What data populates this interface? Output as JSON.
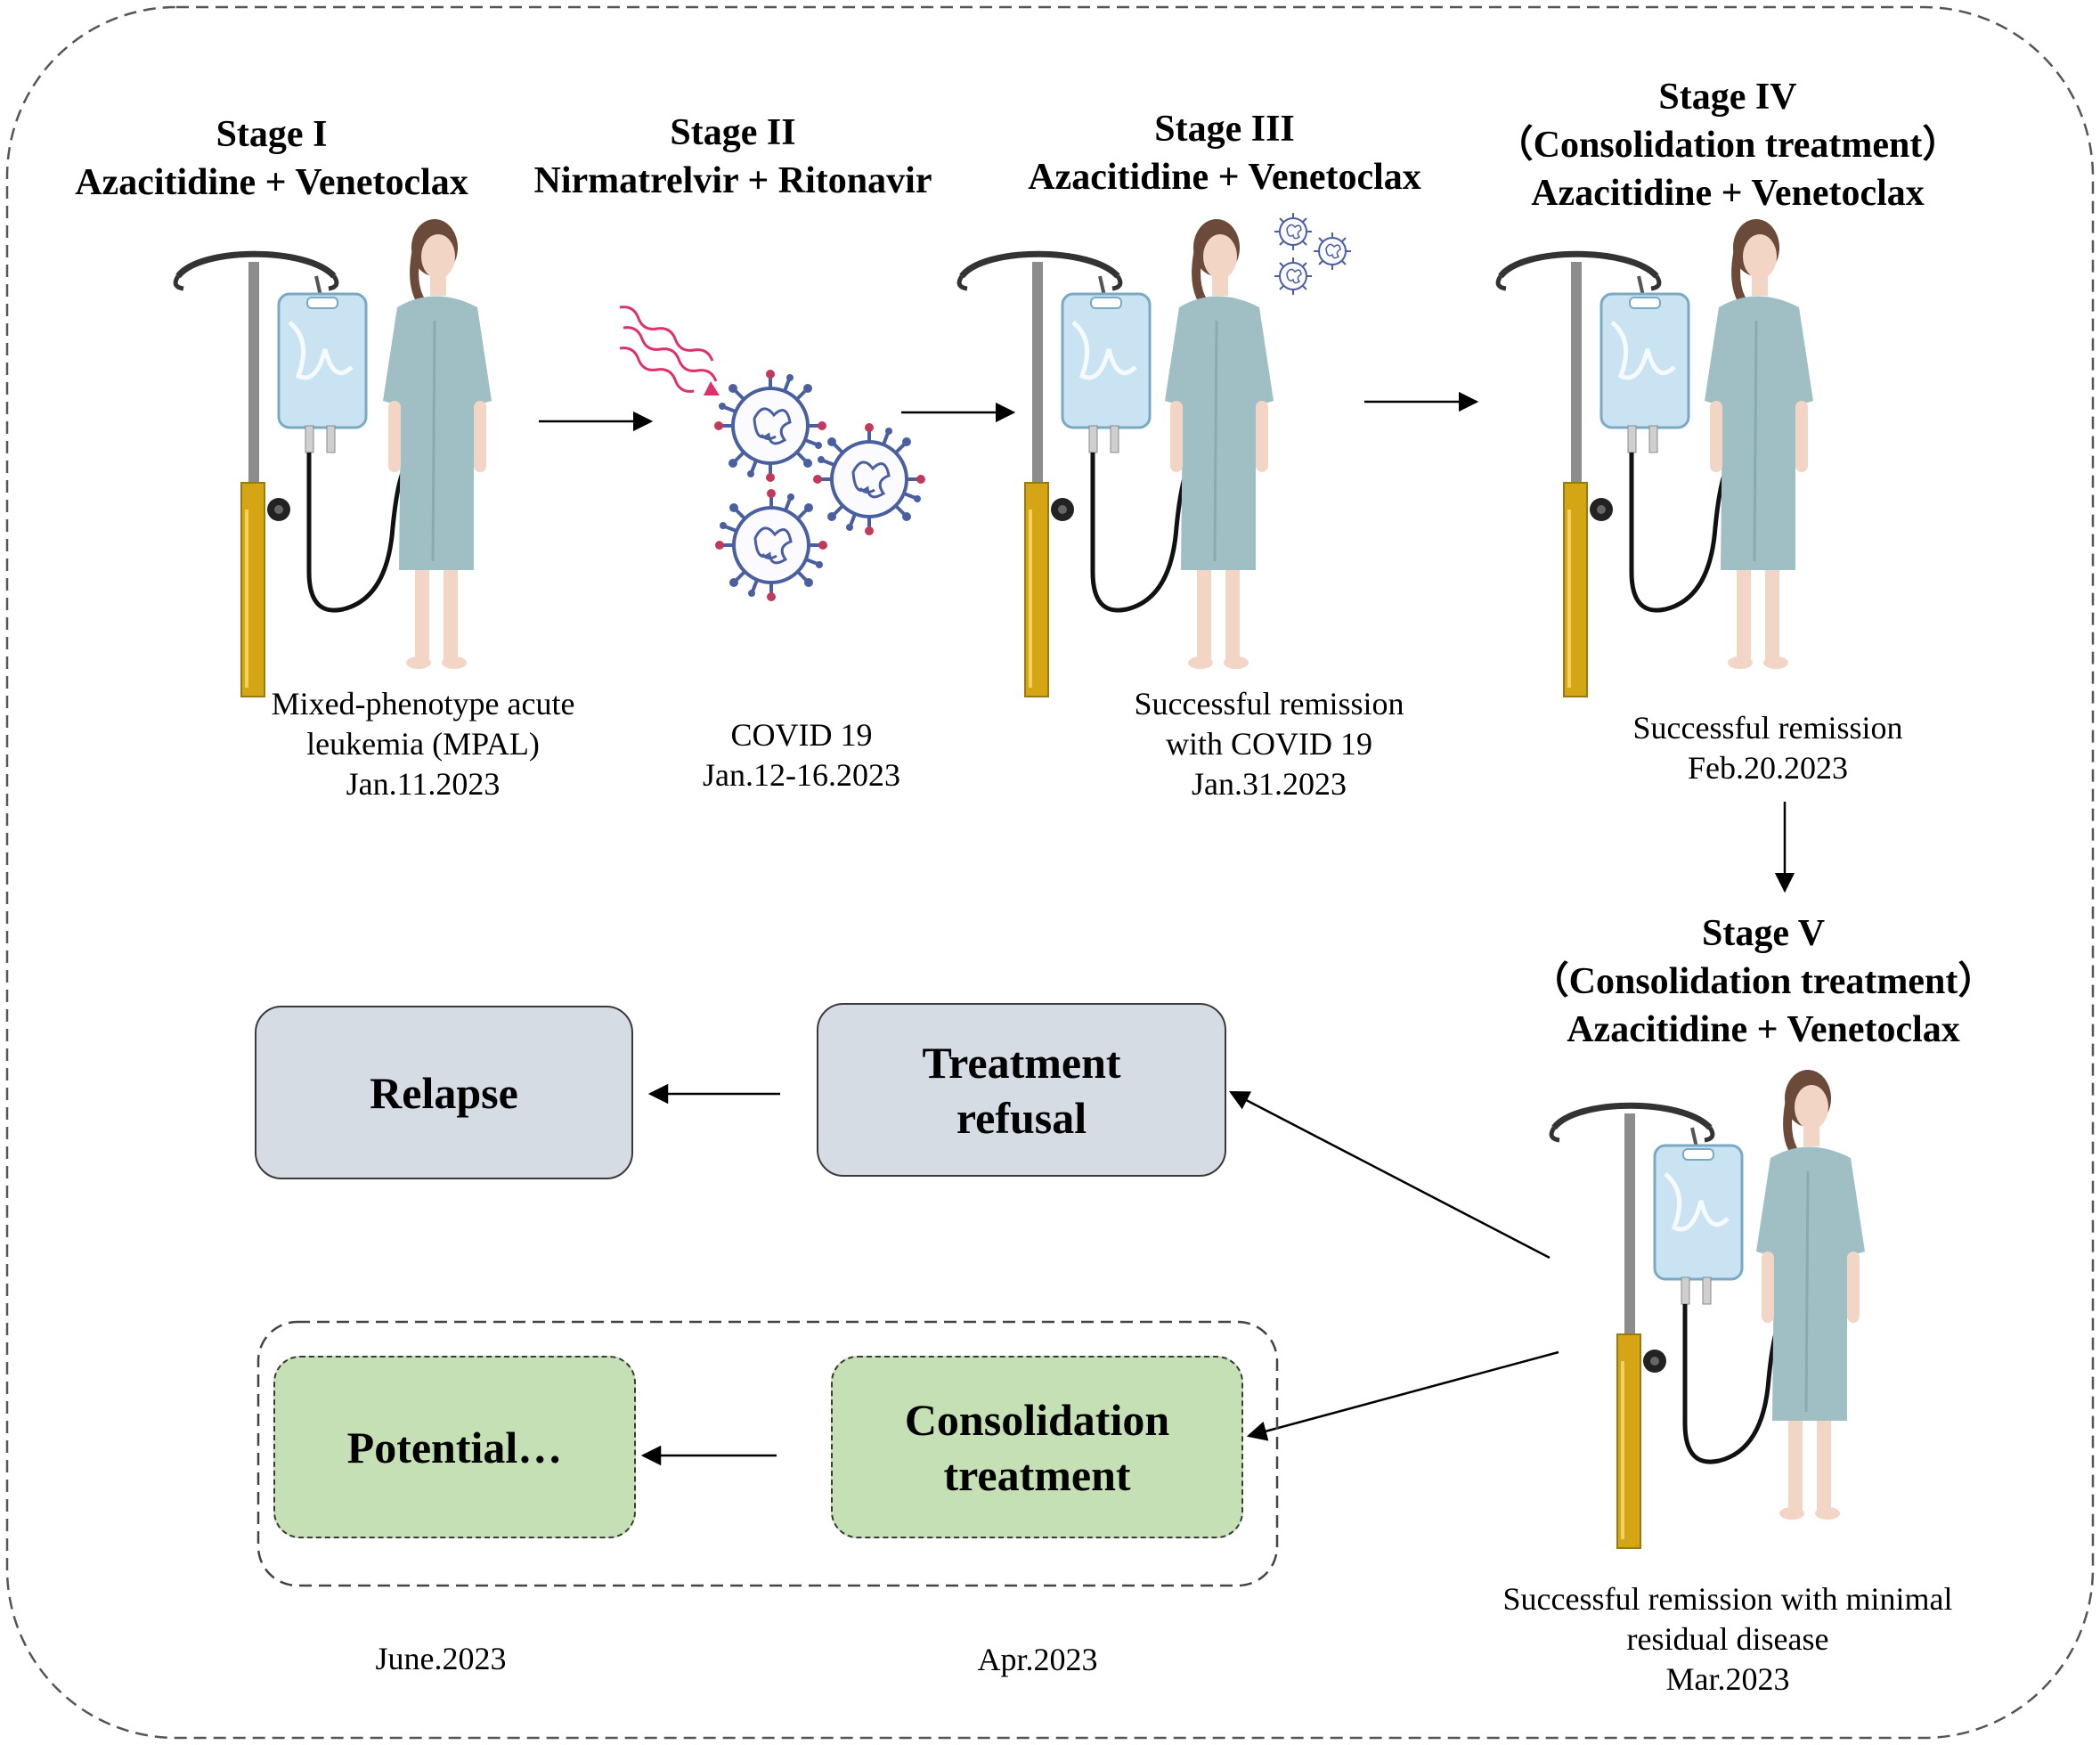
{
  "stages": [
    {
      "id": "stage-1",
      "name": "Stage I",
      "phase": "",
      "drug": "Azacitidine + Venetoclax",
      "caption": [
        "Mixed-phenotype  acute",
        "leukemia (MPAL)",
        "Jan.11.2023"
      ]
    },
    {
      "id": "stage-2",
      "name": "Stage II",
      "phase": "",
      "drug": "Nirmatrelvir + Ritonavir",
      "caption": [
        "COVID 19",
        "Jan.12-16.2023"
      ]
    },
    {
      "id": "stage-3",
      "name": "Stage III",
      "phase": "",
      "drug": "Azacitidine + Venetoclax",
      "caption": [
        "Successful remission",
        "with COVID 19",
        "Jan.31.2023"
      ]
    },
    {
      "id": "stage-4",
      "name": "Stage IV",
      "phase": "（Consolidation treatment）",
      "drug": "Azacitidine + Venetoclax",
      "caption": [
        "Successful remission",
        "Feb.20.2023"
      ]
    },
    {
      "id": "stage-5",
      "name": "Stage V",
      "phase": "（Consolidation treatment）",
      "drug": "Azacitidine + Venetoclax",
      "caption": [
        "Successful remission with minimal",
        "residual disease",
        "Mar.2023"
      ]
    }
  ],
  "outcomes": {
    "treatment_refusal": [
      "Treatment",
      "refusal"
    ],
    "relapse": "Relapse",
    "consolidation": [
      "Consolidation",
      "treatment"
    ],
    "potential": "Potential…"
  },
  "dates": {
    "june": "June.2023",
    "april": "Apr.2023"
  },
  "colors": {
    "grey_box": "#d6dce4",
    "green_box": "#c5e0b4",
    "gown": "#9fbfc4",
    "iv_pole_gold": "#d4a514",
    "virus": "#4a5fa0",
    "heat_waves": "#e0306a"
  },
  "icons": [
    "iv-drip-icon",
    "patient-icon",
    "virus-icon",
    "heat-waves-icon"
  ]
}
